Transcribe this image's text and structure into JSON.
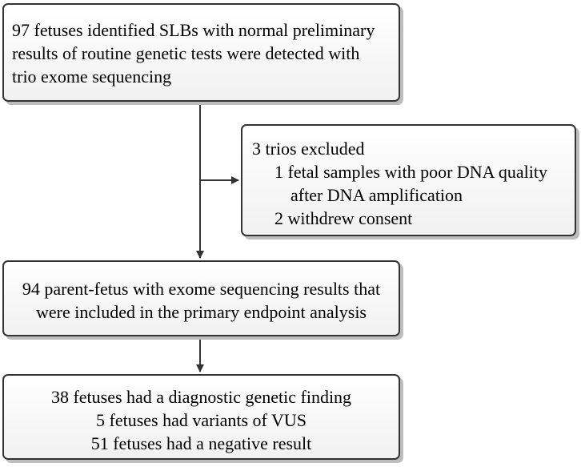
{
  "flow": {
    "box_screening": {
      "lines": [
        "97 fetuses identified SLBs with normal preliminary",
        "results of routine genetic tests were detected with",
        "trio exome sequencing"
      ]
    },
    "box_excluded": {
      "lines": [
        "3 trios excluded",
        "1 fetal samples with poor DNA quality",
        "after DNA amplification",
        "2 withdrew consent"
      ]
    },
    "box_included": {
      "lines": [
        "94 parent-fetus with exome sequencing results that",
        "were included in the primary endpoint analysis"
      ]
    },
    "box_results": {
      "lines": [
        "38 fetuses had a diagnostic genetic finding",
        "5 fetuses had variants of VUS",
        "51 fetuses had a negative result"
      ]
    }
  }
}
